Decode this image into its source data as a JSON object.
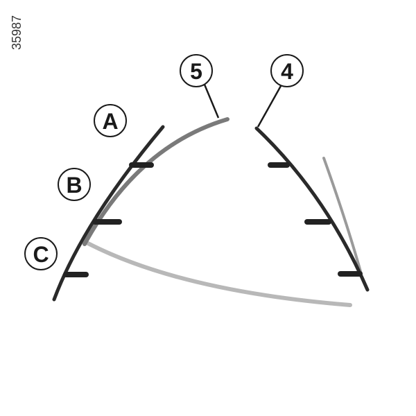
{
  "reference_code": "35987",
  "labels": {
    "A": "A",
    "B": "B",
    "C": "C",
    "five": "5",
    "four": "4"
  },
  "colors": {
    "guide_line_dark": "#2a2a2a",
    "guide_line_medium": "#7a7a7a",
    "guide_line_light": "#b8b8b8",
    "tick_mark": "#222222",
    "label_stroke": "#1a1a1a"
  }
}
